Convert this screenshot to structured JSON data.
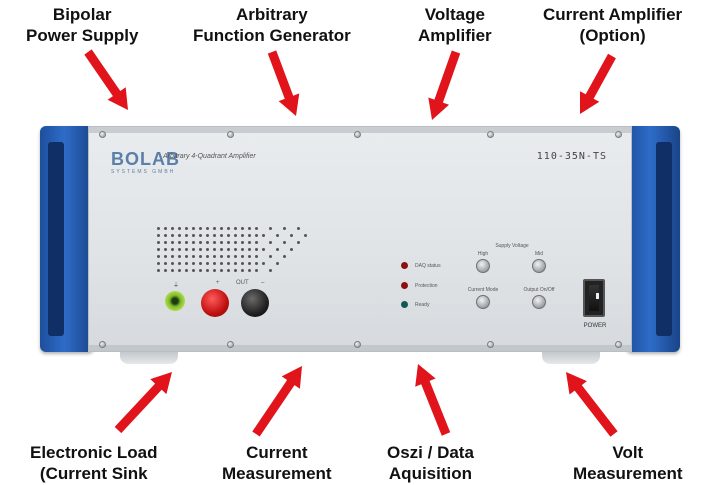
{
  "callouts": {
    "bipolar": [
      "Bipolar",
      "Power Supply"
    ],
    "arbitrary": [
      "Arbitrary",
      "Function Generator"
    ],
    "voltage_amp": [
      "Voltage",
      "Amplifier"
    ],
    "current_amp": [
      "Current Amplifier",
      "(Option)"
    ],
    "electronic_load": [
      "Electronic Load",
      "(Current Sink"
    ],
    "current_meas": [
      "Current",
      "Measurement"
    ],
    "oszi": [
      "Oszi / Data",
      "Aquisition"
    ],
    "volt_meas": [
      "Volt",
      "Measurement"
    ]
  },
  "device": {
    "brand": "BOLAB",
    "brand_sub": "SYSTEMS GMBH",
    "title": "Arbitrary 4-Quadrant Amplifier",
    "model": "110-35N-TS",
    "jacks": {
      "ground": "⏚",
      "plus": "+",
      "out": "OUT",
      "minus": "–"
    },
    "leds": {
      "daq": "DAQ status",
      "protection": "Protection",
      "ready": "Ready"
    },
    "controls": {
      "group": "Supply Voltage",
      "high": "High",
      "mid": "Mid",
      "current_mode": "Current Mode",
      "output": "Output On/Off"
    },
    "power": "POWER"
  },
  "colors": {
    "arrow": "#e0141a",
    "handle": "#2e6cc9",
    "led_red": "#8b1010",
    "led_green": "#0f5a52"
  }
}
